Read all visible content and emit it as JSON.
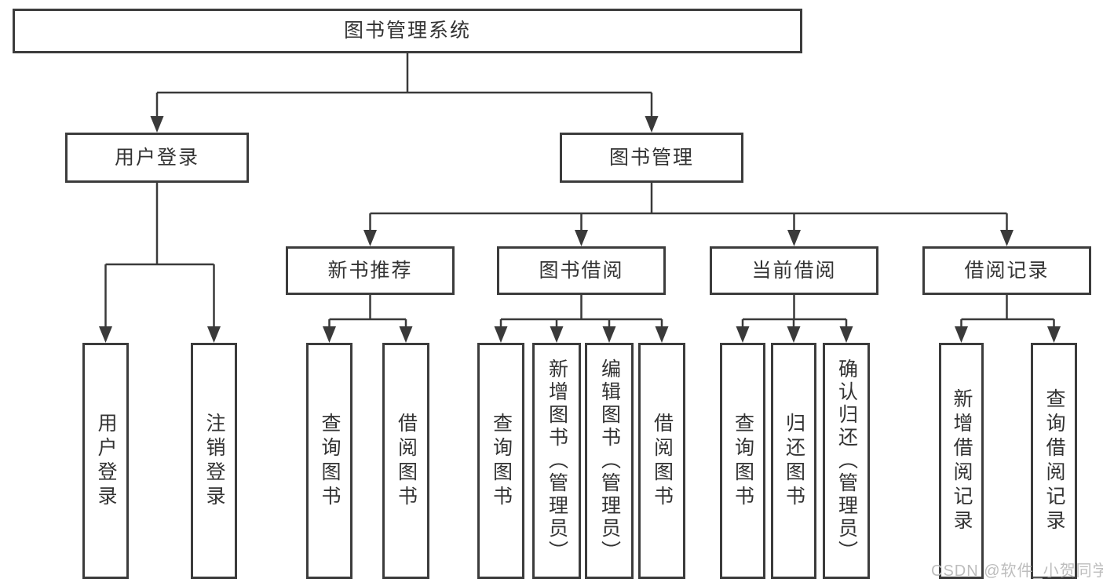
{
  "colors": {
    "line": "#3a3a3a",
    "box_border": "#3c3c3c",
    "text": "#333333",
    "background": "#ffffff",
    "watermark": "#bdbdbd"
  },
  "watermark": {
    "text": "CSDN @软件_小贺同学"
  },
  "tree": {
    "label": "图书管理系统",
    "children": [
      {
        "label": "用户登录",
        "children": [
          {
            "label": "用户登录"
          },
          {
            "label": "注销登录"
          }
        ]
      },
      {
        "label": "图书管理",
        "children": [
          {
            "label": "新书推荐",
            "children": [
              {
                "label": "查询图书"
              },
              {
                "label": "借阅图书"
              }
            ]
          },
          {
            "label": "图书借阅",
            "children": [
              {
                "label": "查询图书"
              },
              {
                "label": "新增图书（管理员）"
              },
              {
                "label": "编辑图书（管理员）"
              },
              {
                "label": "借阅图书"
              }
            ]
          },
          {
            "label": "当前借阅",
            "children": [
              {
                "label": "查询图书"
              },
              {
                "label": "归还图书"
              },
              {
                "label": "确认归还（管理员）"
              }
            ]
          },
          {
            "label": "借阅记录",
            "children": [
              {
                "label": "新增借阅记录"
              },
              {
                "label": "查询借阅记录"
              }
            ]
          }
        ]
      }
    ]
  }
}
